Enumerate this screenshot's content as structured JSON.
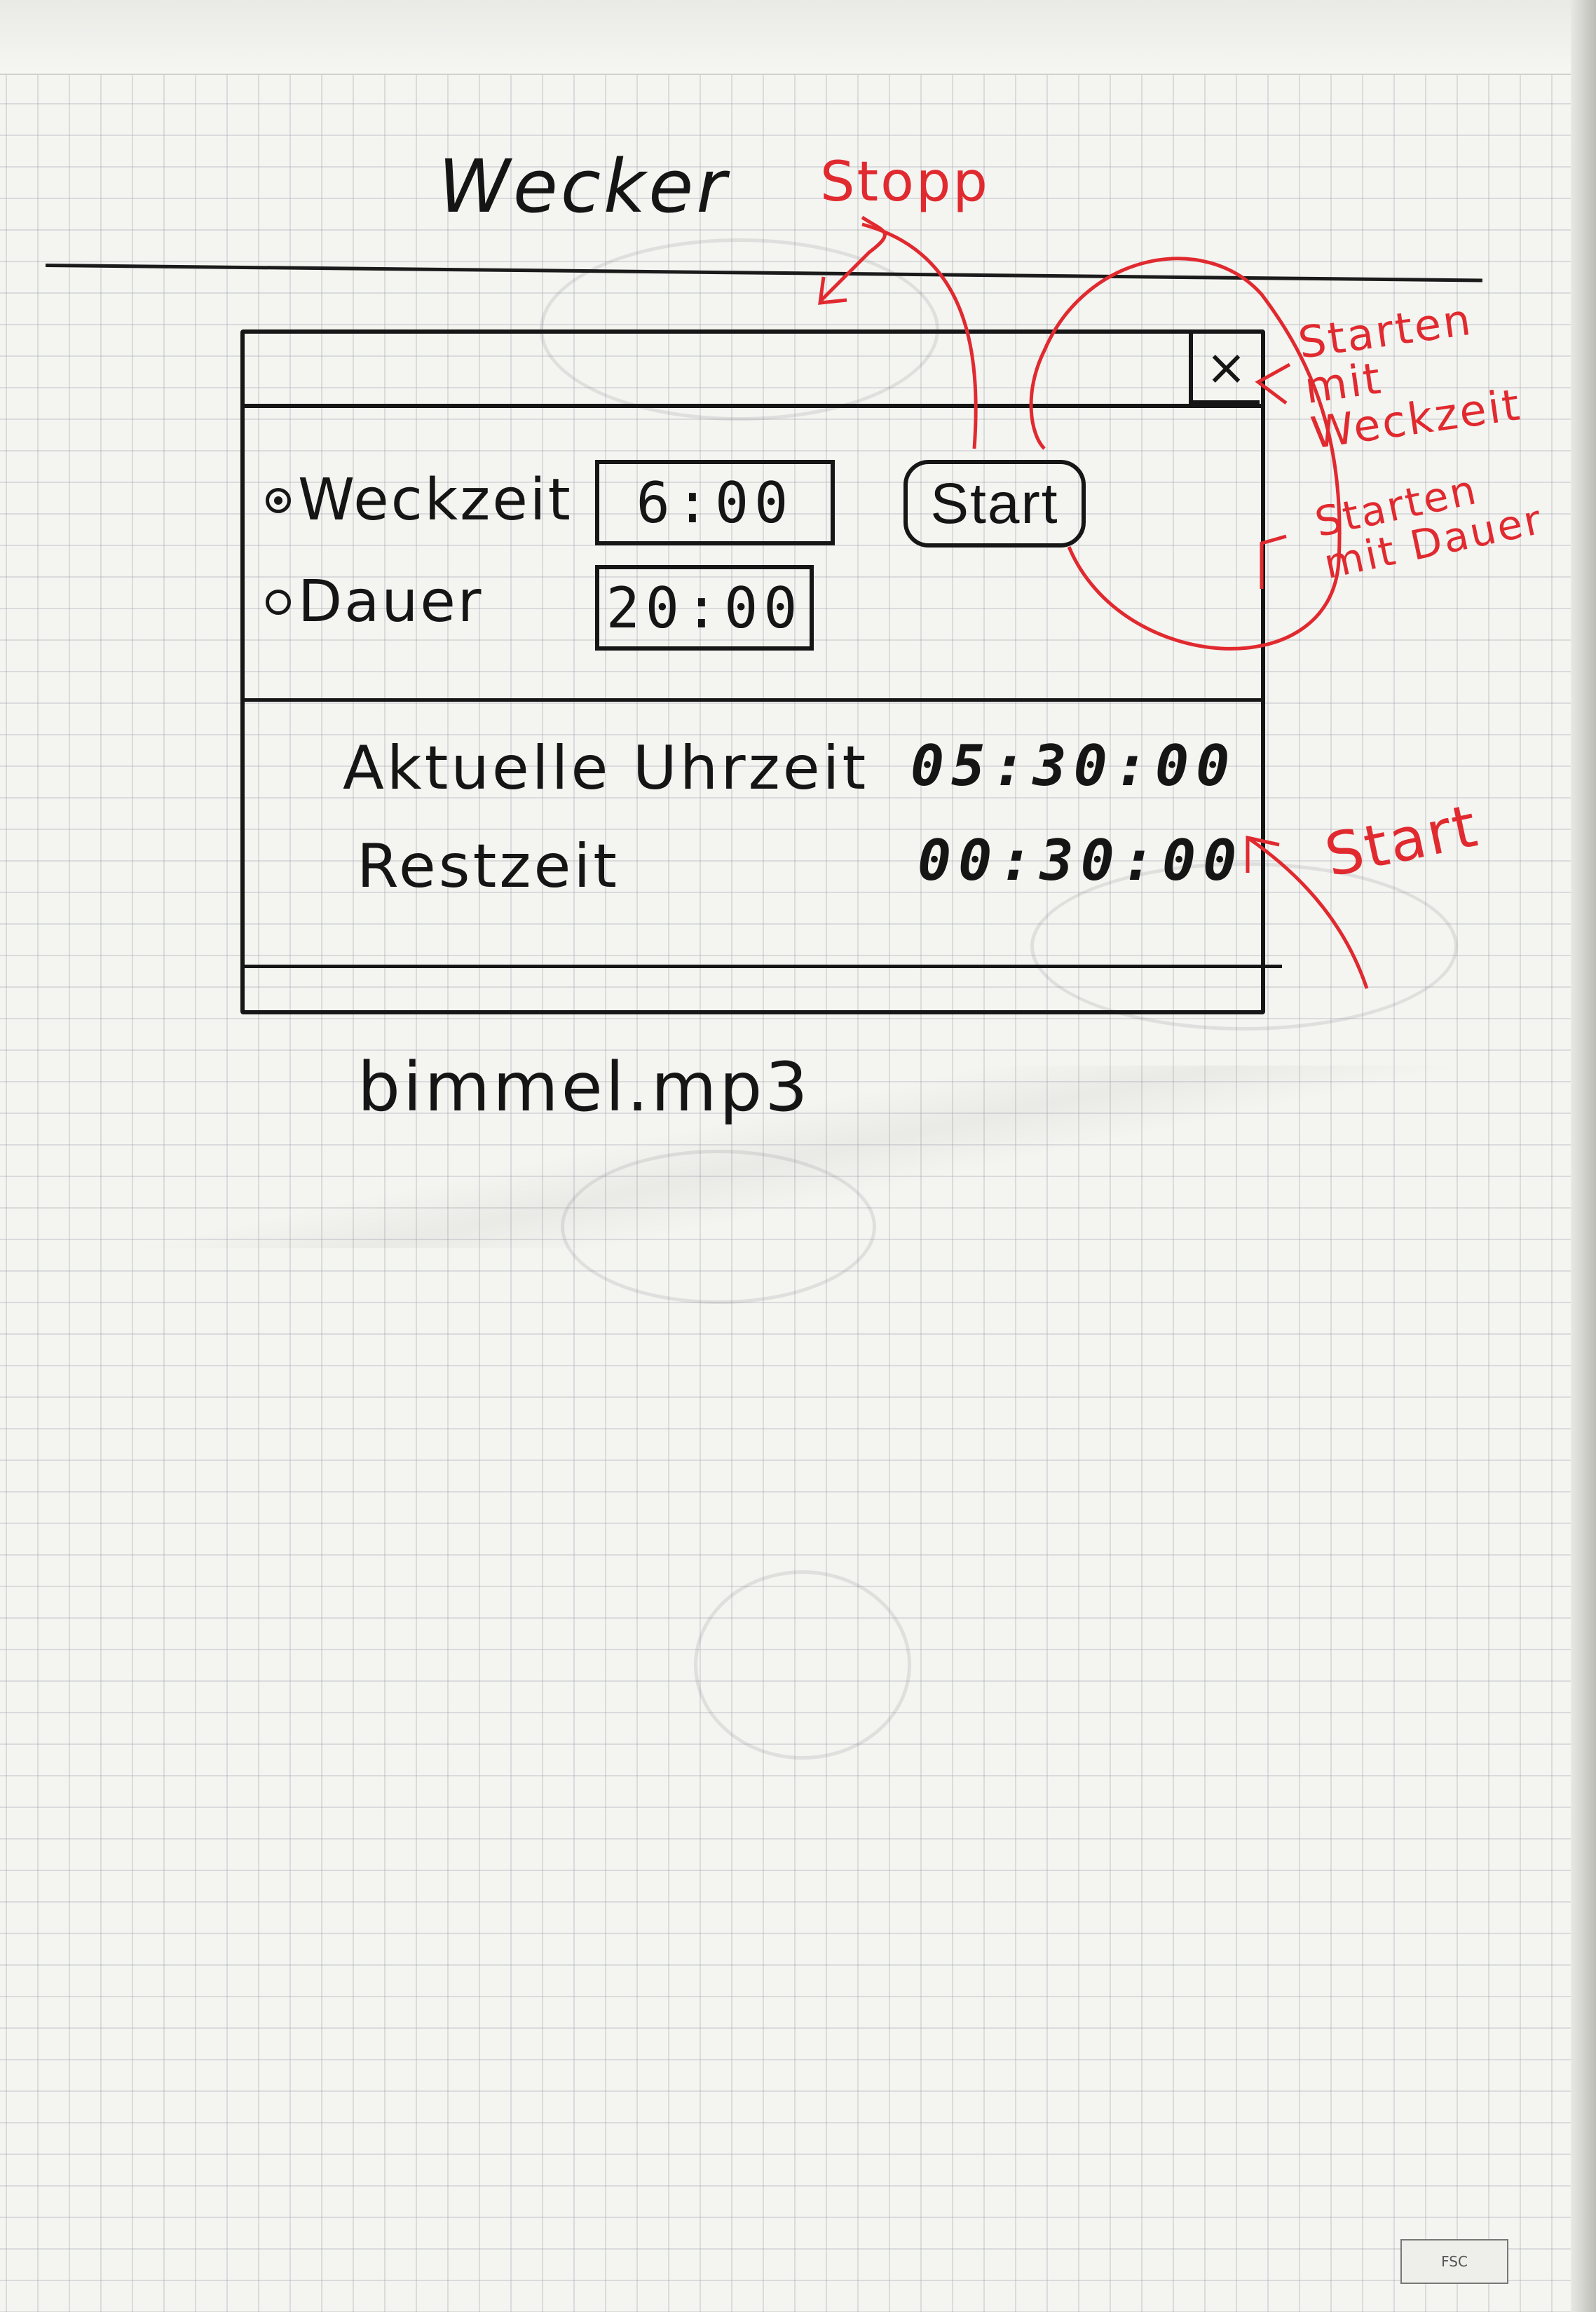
{
  "title": "Wecker",
  "window": {
    "close_glyph": "×",
    "radio_alarm_label": "Weckzeit",
    "alarm_time_value": "6:00",
    "radio_duration_label": "Dauer",
    "duration_value": "20:00",
    "start_label": "Start",
    "current_time_label": "Aktuelle Uhrzeit",
    "current_time_value": "05:30:00",
    "remaining_label": "Restzeit",
    "remaining_value": "00:30:00"
  },
  "sound_file": "bimmel.mp3",
  "annotations": {
    "stopp": "Stopp",
    "start_with_alarm": "Starten mit Weckzeit",
    "start_with_duration": "Starten mit Dauer",
    "start": "Start"
  },
  "colors": {
    "ink": "#151515",
    "annotation_red": "#e02a2f",
    "paper": "#f4f4f1"
  }
}
